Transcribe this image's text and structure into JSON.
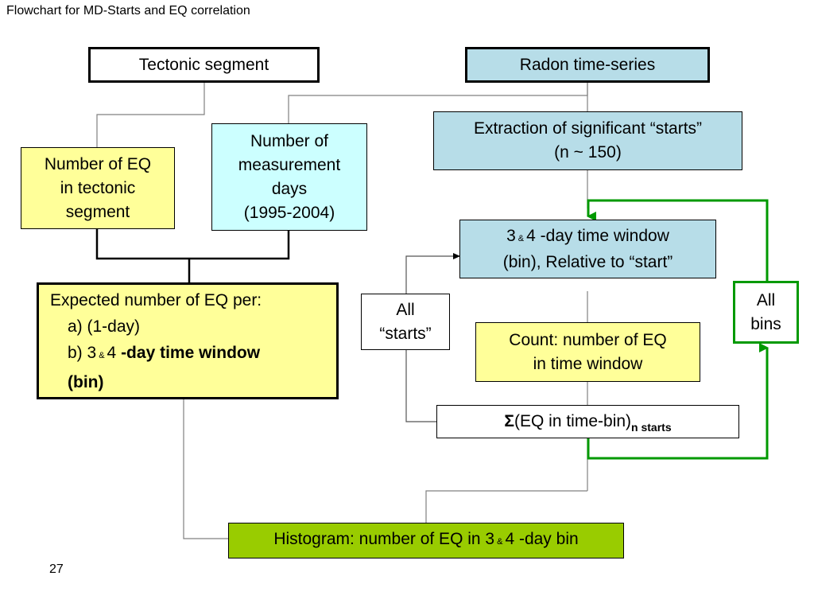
{
  "slide_title": "Flowchart for MD-Starts and EQ correlation",
  "page_number": "27",
  "nodes": {
    "tectonic_segment": "Tectonic segment",
    "radon_series": "Radon time-series",
    "eq_in_segment": [
      "Number of EQ",
      "in tectonic",
      "segment"
    ],
    "measurement_days": [
      "Number of",
      "measurement",
      "days",
      "(1995-2004)"
    ],
    "extraction": [
      "Extraction of significant “starts”",
      "(n ~ 150)"
    ],
    "time_window": {
      "n1": "3",
      "amp": "&",
      "rest": "4 -day time window",
      "line2": "(bin), Relative to “start”"
    },
    "expected": {
      "line1": "Expected number of EQ per:",
      "a": "a) (1-day)",
      "b_prefix": "b) 3",
      "b_amp": "&",
      "b_mid": "4",
      "b_bold": "-day time window",
      "b_bold2": "(bin)"
    },
    "all_starts": [
      "All",
      "“starts”"
    ],
    "count": [
      "Count: number of EQ",
      "in time window"
    ],
    "all_bins": [
      "All",
      "bins"
    ],
    "sum": {
      "sigma": "Σ",
      "text": "(EQ in time-bin)",
      "sub": "n starts"
    },
    "histogram": {
      "prefix": "Histogram: number of EQ in 3",
      "amp": "&",
      "suffix": "4 -day bin"
    }
  },
  "colors": {
    "radon_blue": "#b7dde8",
    "light_yellow": "#ffff99",
    "light_cyan": "#ccffff",
    "histogram_green": "#99cc00",
    "loop_green": "#009900"
  }
}
